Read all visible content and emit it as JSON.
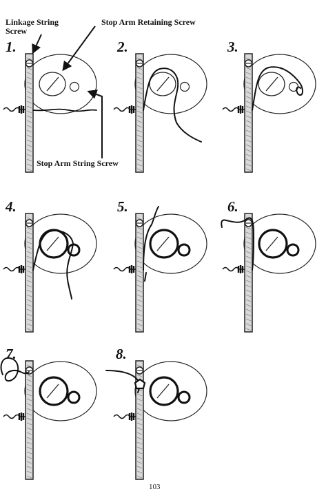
{
  "labels": {
    "linkage_string_screw": [
      "Linkage String",
      "Screw"
    ],
    "stop_arm_retaining_screw": "Stop Arm Retaining Screw",
    "stop_arm_string_screw": "Stop Arm String Screw"
  },
  "steps": [
    "1.",
    "2.",
    "3.",
    "4.",
    "5.",
    "6.",
    "7.",
    "8."
  ],
  "page_number": "103"
}
